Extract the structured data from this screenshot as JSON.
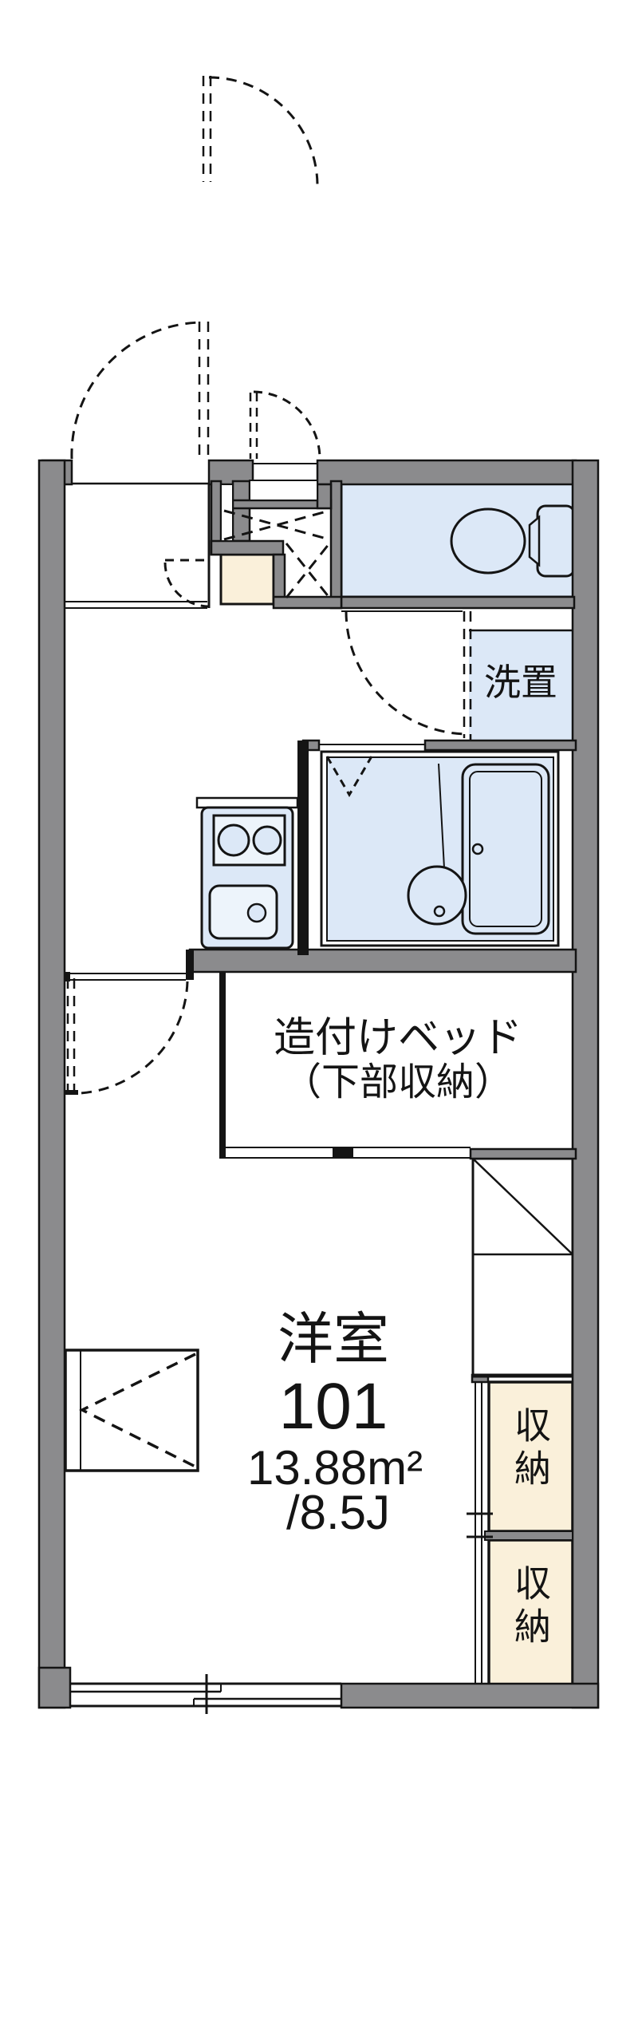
{
  "plan": {
    "type": "apartment-floorplan",
    "labels": {
      "washer_place": "洗置",
      "bed_line1": "造付けベッド",
      "bed_line2": "（下部収納）",
      "room_name": "洋室",
      "room_number": "101",
      "room_area_m2": "13.88m²",
      "room_area_jo": "/8.5J",
      "closet_upper": "収納",
      "closet_lower": "収納"
    },
    "colors": {
      "wall_gray": "#8b8b8d",
      "water_area_blue": "#dce8f7",
      "fixture_light_blue": "#edf4fb",
      "closet_beige": "#faf0da",
      "line_black": "#141414",
      "background": "#ffffff"
    }
  }
}
